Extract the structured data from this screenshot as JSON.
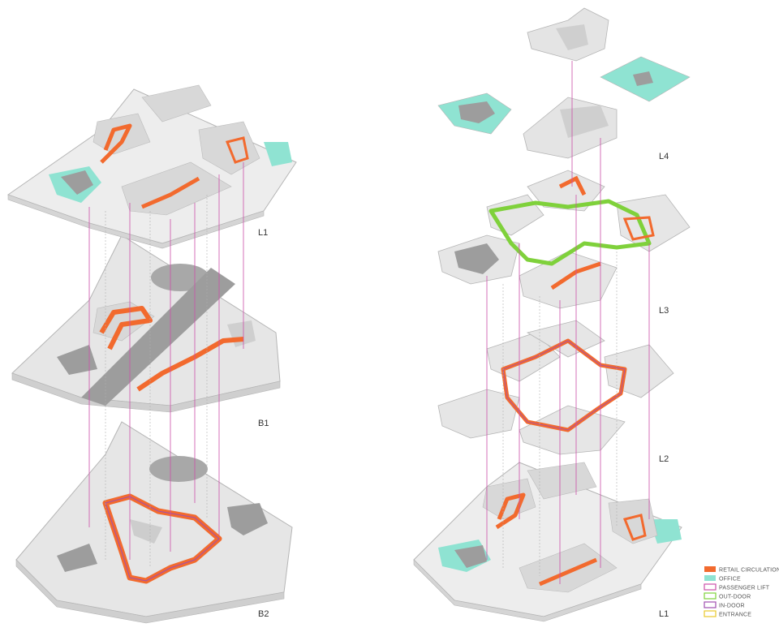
{
  "colors": {
    "retail": "#f26a2e",
    "office": "#8fe3d2",
    "lift": "#cc4fa9",
    "outdoor": "#7fd13b",
    "indoor": "#a04fb0",
    "entrance": "#e8c92c",
    "slab": "#e4e4e4",
    "block": "#d4d4d4",
    "shadow": "#9a9a9a"
  },
  "levels_left": [
    "L1",
    "B1",
    "B2"
  ],
  "levels_right": [
    "L4",
    "L3",
    "L2",
    "L1"
  ],
  "legend": [
    {
      "label": "RETAIL CIRCULATION",
      "kind": "retail"
    },
    {
      "label": "OFFICE",
      "kind": "office"
    },
    {
      "label": "PASSENGER LIFT",
      "kind": "lift"
    },
    {
      "label": "OUT-DOOR",
      "kind": "outdoor"
    },
    {
      "label": "IN-DOOR",
      "kind": "indoor"
    },
    {
      "label": "ENTRANCE",
      "kind": "entrance"
    }
  ]
}
